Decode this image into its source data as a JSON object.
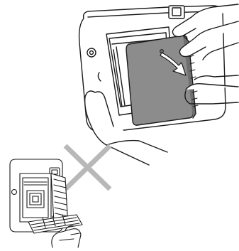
{
  "colors": {
    "background": "#ffffff",
    "outline": "#1a1a1a",
    "film_pack": "#8c8c8c",
    "film_pack_dark": "#6f6f6f",
    "cross_mark": "#b8b8b8",
    "arrow": "#ffffff"
  },
  "icons": {
    "correct_illustration": "camera-loading-film-pack-with-hands",
    "incorrect_illustration": "camera-loading-film-pack-wrong-way",
    "prohibition_mark": "x-cross-mark",
    "insert_direction": "curved-arrow-down"
  }
}
